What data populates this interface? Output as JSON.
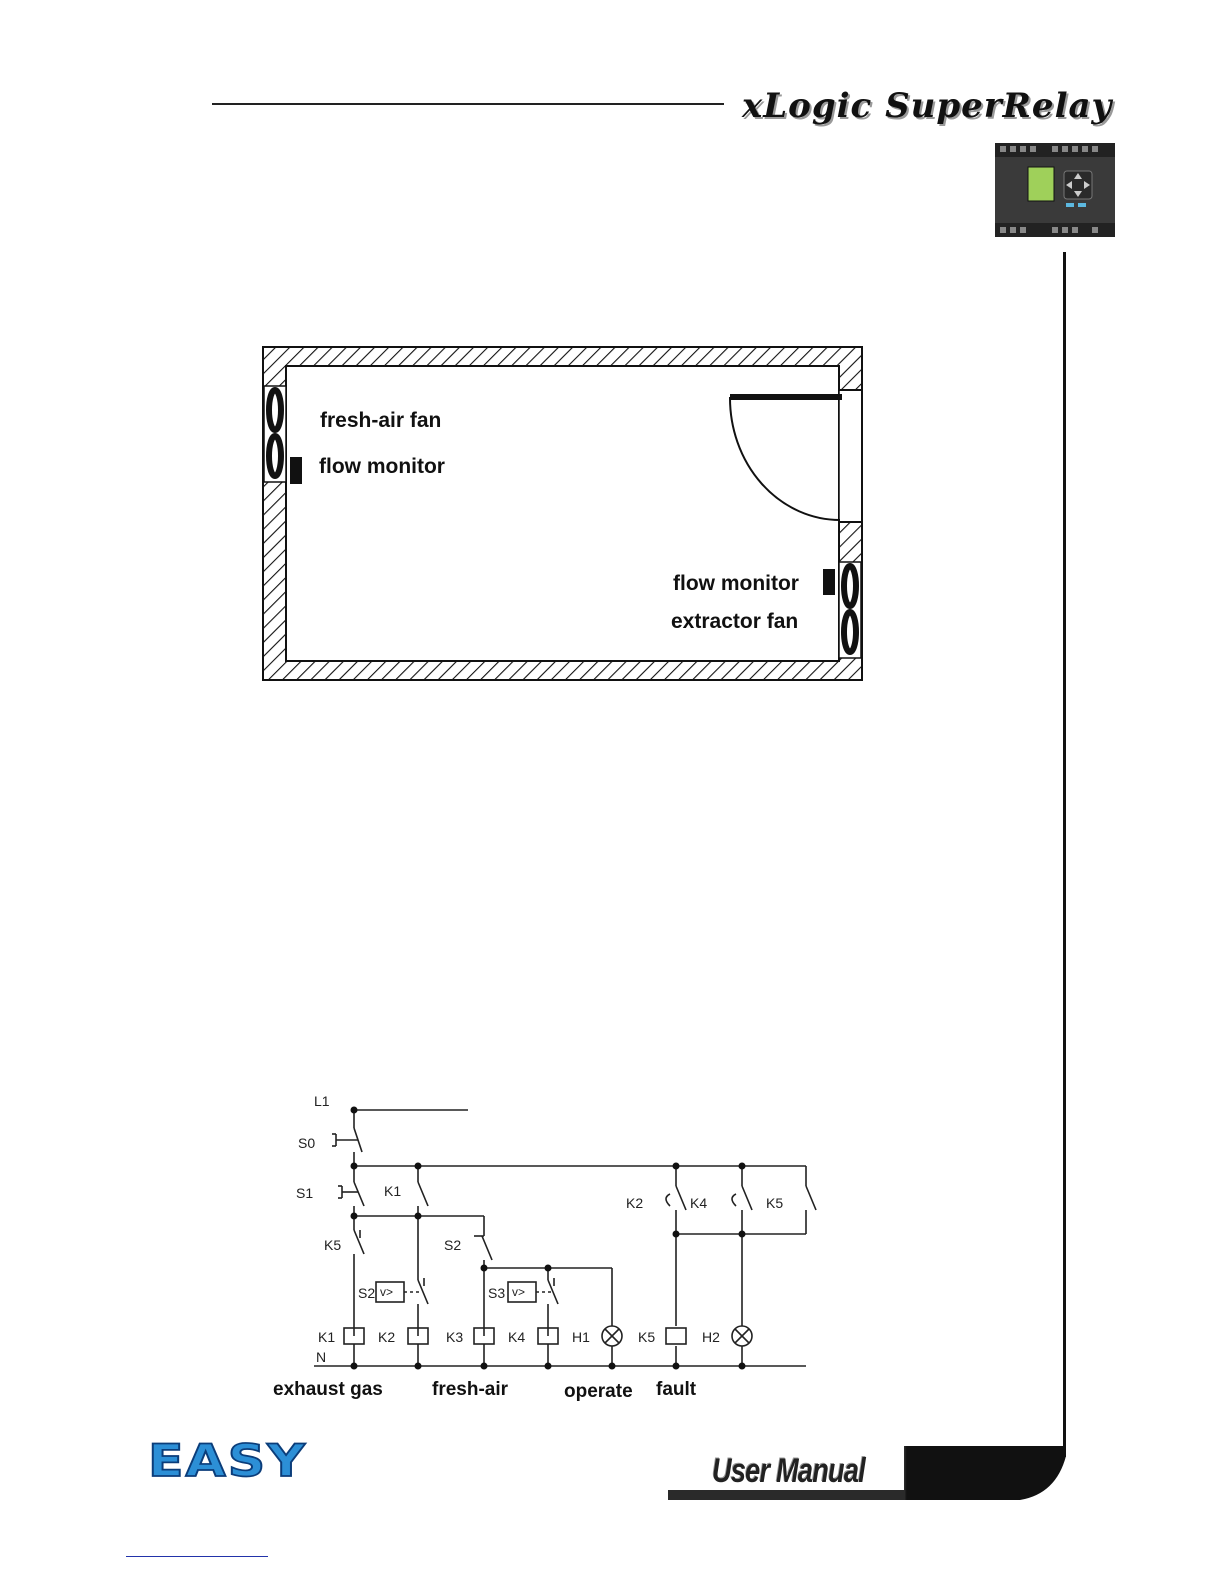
{
  "header": {
    "brand_title": "xLogic SuperRelay",
    "device_image": "xlogic-plc-module"
  },
  "room_diagram": {
    "labels": {
      "fresh_air_fan": "fresh-air fan",
      "flow_monitor_left": "flow monitor",
      "flow_monitor_right": "flow monitor",
      "extractor_fan": "extractor fan"
    }
  },
  "circuit_diagram": {
    "labels": {
      "L1": "L1",
      "N": "N",
      "S0": "S0",
      "S1": "S1",
      "S2": "S2",
      "S2_timer": "S2",
      "S3_timer": "S3",
      "K1_top": "K1",
      "K5_top": "K5",
      "K2_contact": "K2",
      "K4_contact": "K4",
      "K5_contact": "K5",
      "K1": "K1",
      "K2": "K2",
      "K3": "K3",
      "K4": "K4",
      "H1": "H1",
      "K5": "K5",
      "H2": "H2",
      "timer_symbol": "v>"
    },
    "captions": {
      "exhaust_gas": "exhaust gas",
      "fresh_air": "fresh-air",
      "operate": "operate",
      "fault": "fault"
    }
  },
  "footer": {
    "logo_text": "EASY",
    "manual_label": "User Manual"
  }
}
